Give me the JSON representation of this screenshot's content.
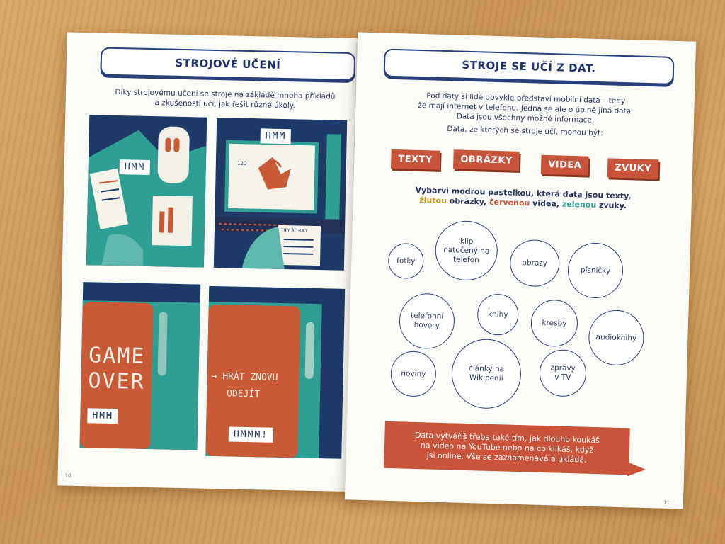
{
  "left_page": {
    "title": "STROJOVÉ UČENÍ",
    "intro_line1": "Díky strojovému učení se stroje na základě mnoha příkladů",
    "intro_line2": "a zkušeností učí, jak řešit různé úkoly.",
    "panels": {
      "p1_bubble": "HMM",
      "p2_bubble": "HMM",
      "p2_screen_number": "120",
      "p2_paper": "TIPY A TRIKY",
      "p3_text_line1": "GAME",
      "p3_text_line2": "OVER",
      "p3_bubble": "HMM",
      "p4_option1": "→ HRÁT ZNOVU",
      "p4_option2": "ODEJÍT",
      "p4_bubble": "HMMM!"
    },
    "page_number": "10"
  },
  "right_page": {
    "title": "STROJE SE UČÍ Z DAT.",
    "intro_line1": "Pod daty si lidé obvykle představí mobilní data – tedy",
    "intro_line2": "že mají internet v telefonu. Jedná se ale o úplně jiná data.",
    "intro_line3": "Data jsou všechny možné informace.",
    "intro_line4": "Data, ze kterých se stroje učí, mohou být:",
    "categories": [
      "TEXTY",
      "OBRÁZKY",
      "VIDEA",
      "ZVUKY"
    ],
    "instruction": {
      "part1": "Vybarvi modrou pastelkou, která data jsou texty,",
      "yellow": "žlutou",
      "part2": " obrázky, ",
      "red": "červenou",
      "part3": " videa, ",
      "green": "zelenou",
      "part4": " zvuky."
    },
    "items": {
      "fotky": "fotky",
      "klip": "klip natočený na telefon",
      "obrazy": "obrazy",
      "pisnicky": "písničky",
      "telefonni_hovory": "telefonní hovory",
      "knihy": "knihy",
      "kresby": "kresby",
      "audioknihy": "audioknihy",
      "noviny": "noviny",
      "clanky": "články na Wikipedii",
      "zpravy": "zprávy v TV"
    },
    "footer_line1": "Data vytváříš třeba také tím, jak dlouho koukáš",
    "footer_line2": "na video na YouTube nebo na co klikáš, když",
    "footer_line3": "jsi online. Vše se zaznamenává a ukládá.",
    "page_number": "11"
  },
  "colors": {
    "navy": "#1f3a66",
    "teal": "#2f9e93",
    "orange": "#c95a36",
    "chip_red": "#c9543a",
    "text_yellow": "#c99a1a",
    "text_red": "#c9543a",
    "text_green": "#2f9e93",
    "wood": "#d0a060"
  }
}
